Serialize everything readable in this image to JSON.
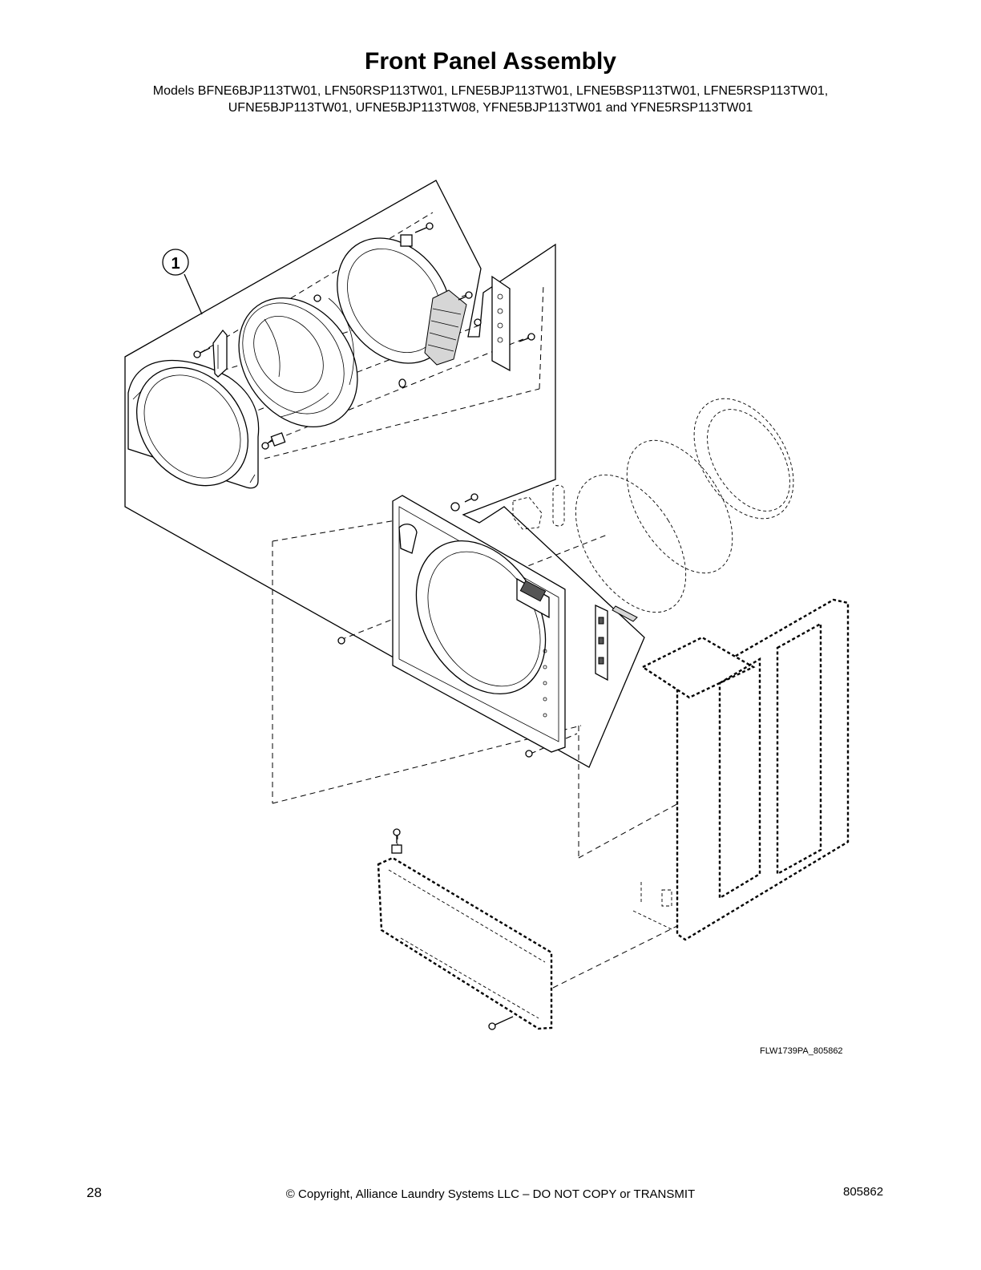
{
  "page": {
    "title": "Front Panel Assembly",
    "models_line1": "Models BFNE6BJP113TW01, LFN50RSP113TW01, LFNE5BJP113TW01, LFNE5BSP113TW01, LFNE5RSP113TW01,",
    "models_line2": "UFNE5BJP113TW01, UFNE5BJP113TW08, YFNE5BJP113TW01 and YFNE5RSP113TW01"
  },
  "diagram": {
    "callouts": [
      {
        "label": "1"
      }
    ],
    "drawing_code": "FLW1739PA_805862"
  },
  "footer": {
    "page_number": "28",
    "copyright": "© Copyright, Alliance Laundry Systems LLC – DO NOT COPY or TRANSMIT",
    "document_number": "805862"
  }
}
